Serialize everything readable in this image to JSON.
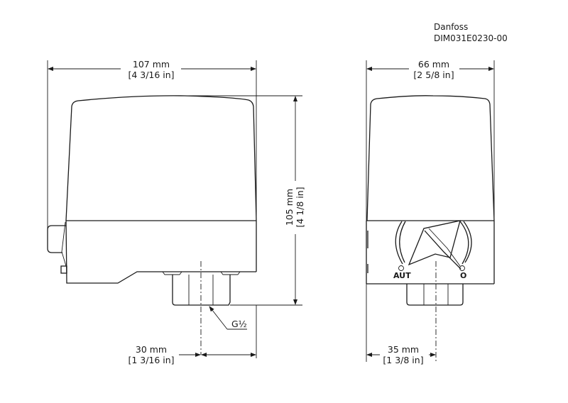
{
  "title_block": {
    "manufacturer": "Danfoss",
    "drawing_number": "DIM031E0230-00"
  },
  "side_view": {
    "width_dimension": {
      "metric": "107 mm",
      "imperial": "[4 3/16 in]"
    },
    "height_dimension": {
      "metric": "105 mm",
      "imperial": "[4 1/8 in]"
    },
    "connection_offset_dimension": {
      "metric": "30 mm",
      "imperial": "[1 3/16 in]"
    },
    "thread_callout": "G½"
  },
  "front_view": {
    "width_dimension": {
      "metric": "66 mm",
      "imperial": "[2 5/8 in]"
    },
    "connection_offset_dimension": {
      "metric": "35 mm",
      "imperial": "[1 3/8 in]"
    },
    "dial_labels": {
      "auto": "AUT",
      "off": "O"
    }
  },
  "colors": {
    "line": "#1a1a1a",
    "background": "#ffffff"
  }
}
